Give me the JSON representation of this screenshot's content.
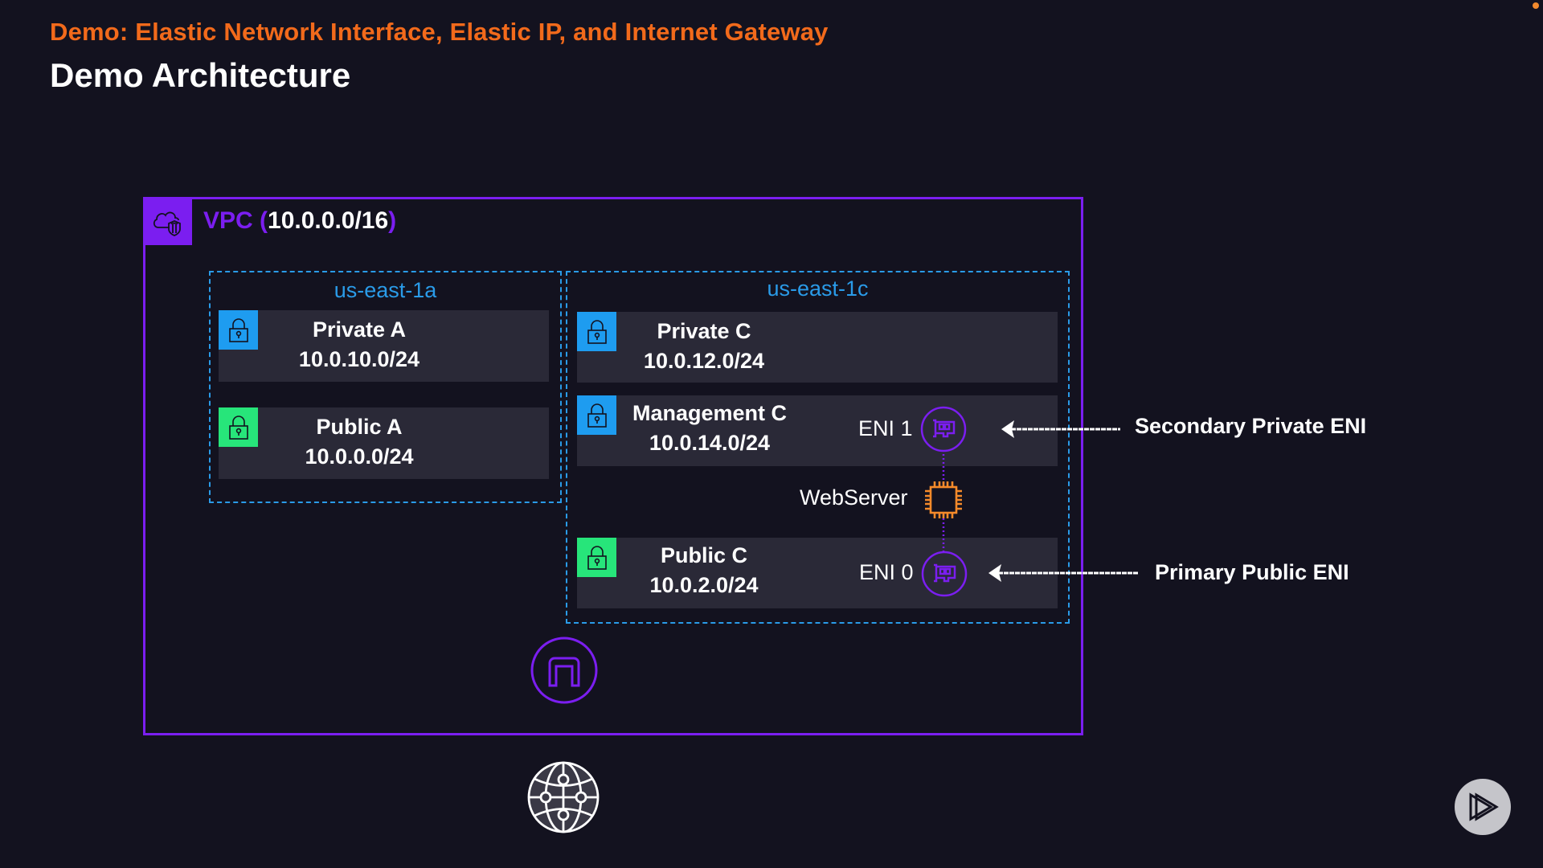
{
  "header": {
    "subtitle": "Demo: Elastic Network Interface, Elastic IP, and Internet Gateway",
    "title": "Demo Architecture"
  },
  "colors": {
    "background": "#13121f",
    "subtitle_orange": "#f26a1b",
    "vpc_purple": "#7b1ef0",
    "az_blue": "#2a9be8",
    "private_subnet_blue": "#1e9cf0",
    "public_subnet_green": "#27e57a",
    "subnet_fill": "#2a2937",
    "instance_orange": "#f58a2a"
  },
  "vpc": {
    "keyword": "VPC",
    "open_paren": "(",
    "cidr": "10.0.0.0/16",
    "close_paren": ")",
    "icon": "vpc-cloud-shield-icon"
  },
  "availability_zones": [
    {
      "name": "us-east-1a",
      "subnets": [
        {
          "name": "Private A",
          "cidr": "10.0.10.0/24",
          "type": "private",
          "icon": "lock-icon"
        },
        {
          "name": "Public A",
          "cidr": "10.0.0.0/24",
          "type": "public",
          "icon": "lock-icon"
        }
      ]
    },
    {
      "name": "us-east-1c",
      "subnets": [
        {
          "name": "Private C",
          "cidr": "10.0.12.0/24",
          "type": "private",
          "icon": "lock-icon"
        },
        {
          "name": "Management C",
          "cidr": "10.0.14.0/24",
          "type": "private",
          "icon": "lock-icon",
          "eni_label": "ENI 1"
        },
        {
          "name": "Public C",
          "cidr": "10.0.2.0/24",
          "type": "public",
          "icon": "lock-icon",
          "eni_label": "ENI 0"
        }
      ]
    }
  ],
  "instance": {
    "label": "WebServer",
    "icon": "ec2-chip-icon"
  },
  "annotations": {
    "secondary": "Secondary Private ENI",
    "primary": "Primary Public ENI"
  },
  "icons": {
    "eni": "network-interface-card-icon",
    "internet_gateway": "internet-gateway-icon",
    "internet": "globe-network-icon",
    "player_logo": "play-logo-icon"
  }
}
